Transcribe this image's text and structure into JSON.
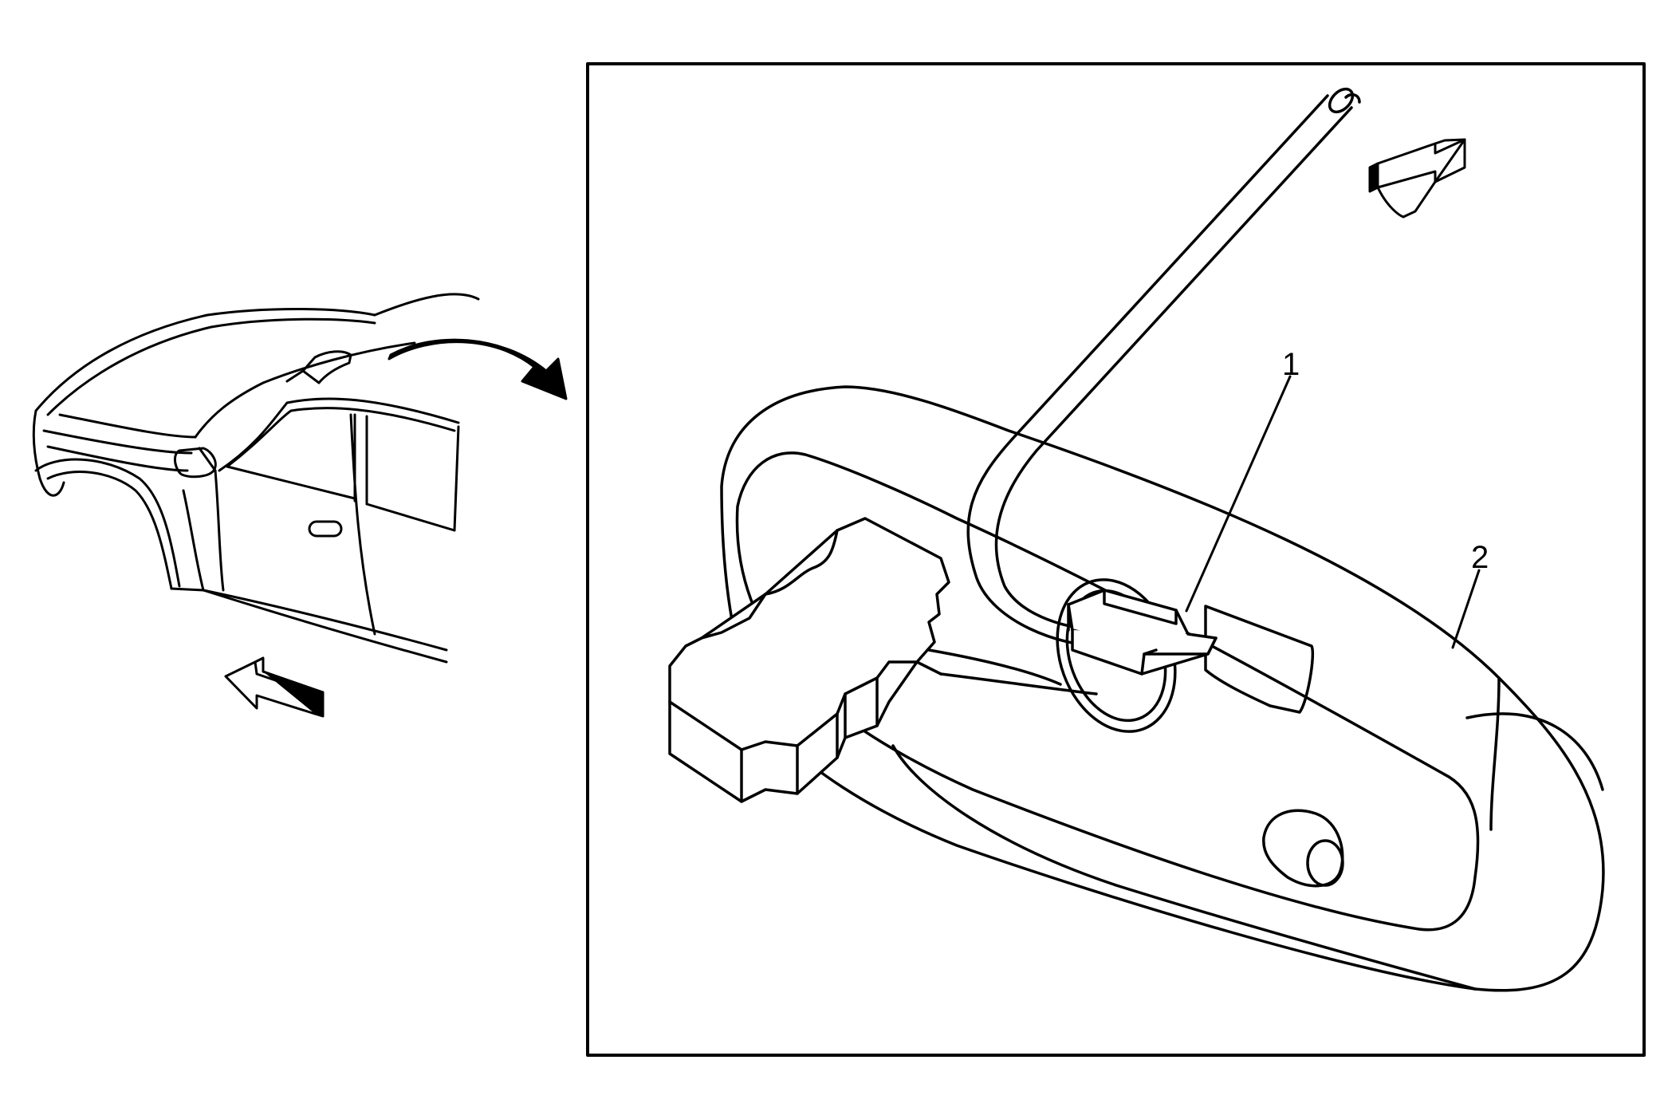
{
  "diagram": {
    "callouts": [
      {
        "id": "1",
        "label": "1"
      },
      {
        "id": "2",
        "label": "2"
      }
    ],
    "colors": {
      "ink": "#000000",
      "paper": "#ffffff"
    }
  }
}
